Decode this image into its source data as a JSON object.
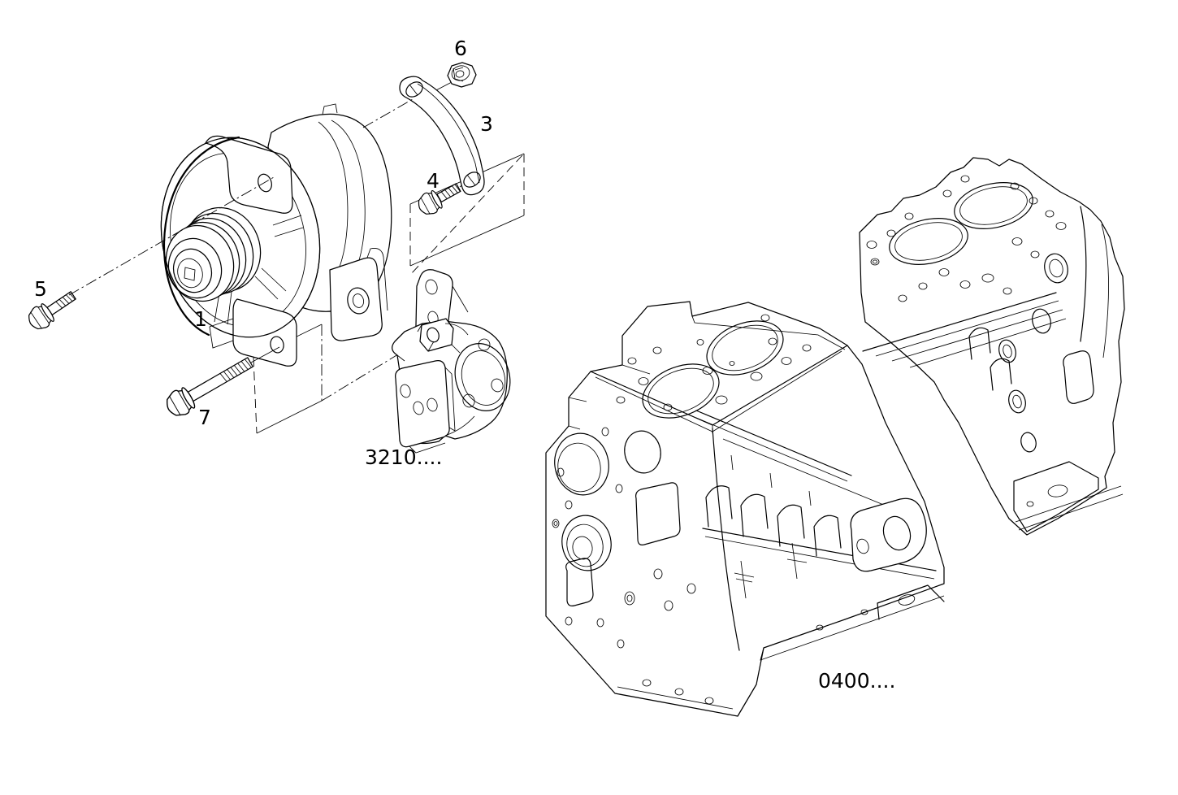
{
  "colors": {
    "line": "#000000",
    "background": "#ffffff"
  },
  "callouts": {
    "c1": "1",
    "c3": "3",
    "c4": "4",
    "c5": "5",
    "c6": "6",
    "c7": "7"
  },
  "references": {
    "bracket_group": "3210....",
    "engine_group": "0400...."
  }
}
